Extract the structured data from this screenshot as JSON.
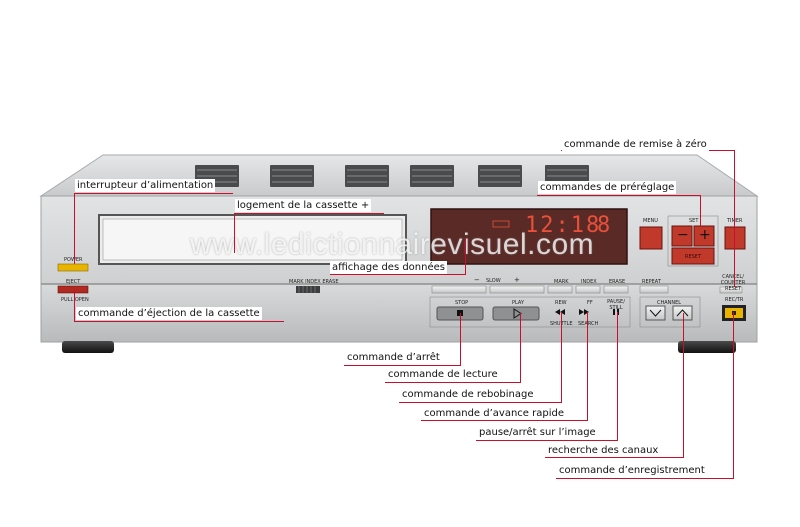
{
  "watermark": "www.ledictionnairevisuel.com",
  "labels": {
    "reset": "commande de remise à zéro",
    "power": "interrupteur d’alimentation",
    "preset": "commandes de préréglage",
    "cassette": "logement de la cassette +",
    "display": "affichage des données",
    "eject": "commande d’éjection de la cassette",
    "stop": "commande d’arrêt",
    "play": "commande de lecture",
    "rewind": "commande de rebobinage",
    "ffwd": "commande d’avance rapide",
    "pause": "pause/arrêt sur l’image",
    "channel": "recherche des canaux",
    "record": "commande d’enregistrement"
  },
  "device": {
    "power": "POWER",
    "eject": "EJECT",
    "pull_open": "PULL OPEN",
    "mark_index_erase": "MARK  INDEX  ERASE",
    "slow": "SLOW",
    "minus": "−",
    "plus": "+",
    "mark": "MARK",
    "index": "INDEX",
    "erase": "ERASE",
    "repeat": "REPEAT",
    "stop": "STOP",
    "play": "PLAY",
    "rew": "REW",
    "ff": "FF",
    "pause_still": "PAUSE/ STILL",
    "shuttle": "SHUTTLE",
    "search": "SEARCH",
    "menu": "MENU",
    "set": "SET",
    "reset": "RESET",
    "timer": "TIMER",
    "cancel_counter_reset": "CANCEL/ COUNTER RESET",
    "channel": "CHANNEL",
    "rec_tr": "REC/TR",
    "display_time": "12:18",
    "display_ch": "8"
  },
  "colors": {
    "leader": "#c8102e",
    "display_bg": "#5a2a26",
    "display_seg": "#e8503a",
    "panel": "#d6d7d8",
    "button_red": "#c0392b",
    "record_button": "#e8b400"
  }
}
